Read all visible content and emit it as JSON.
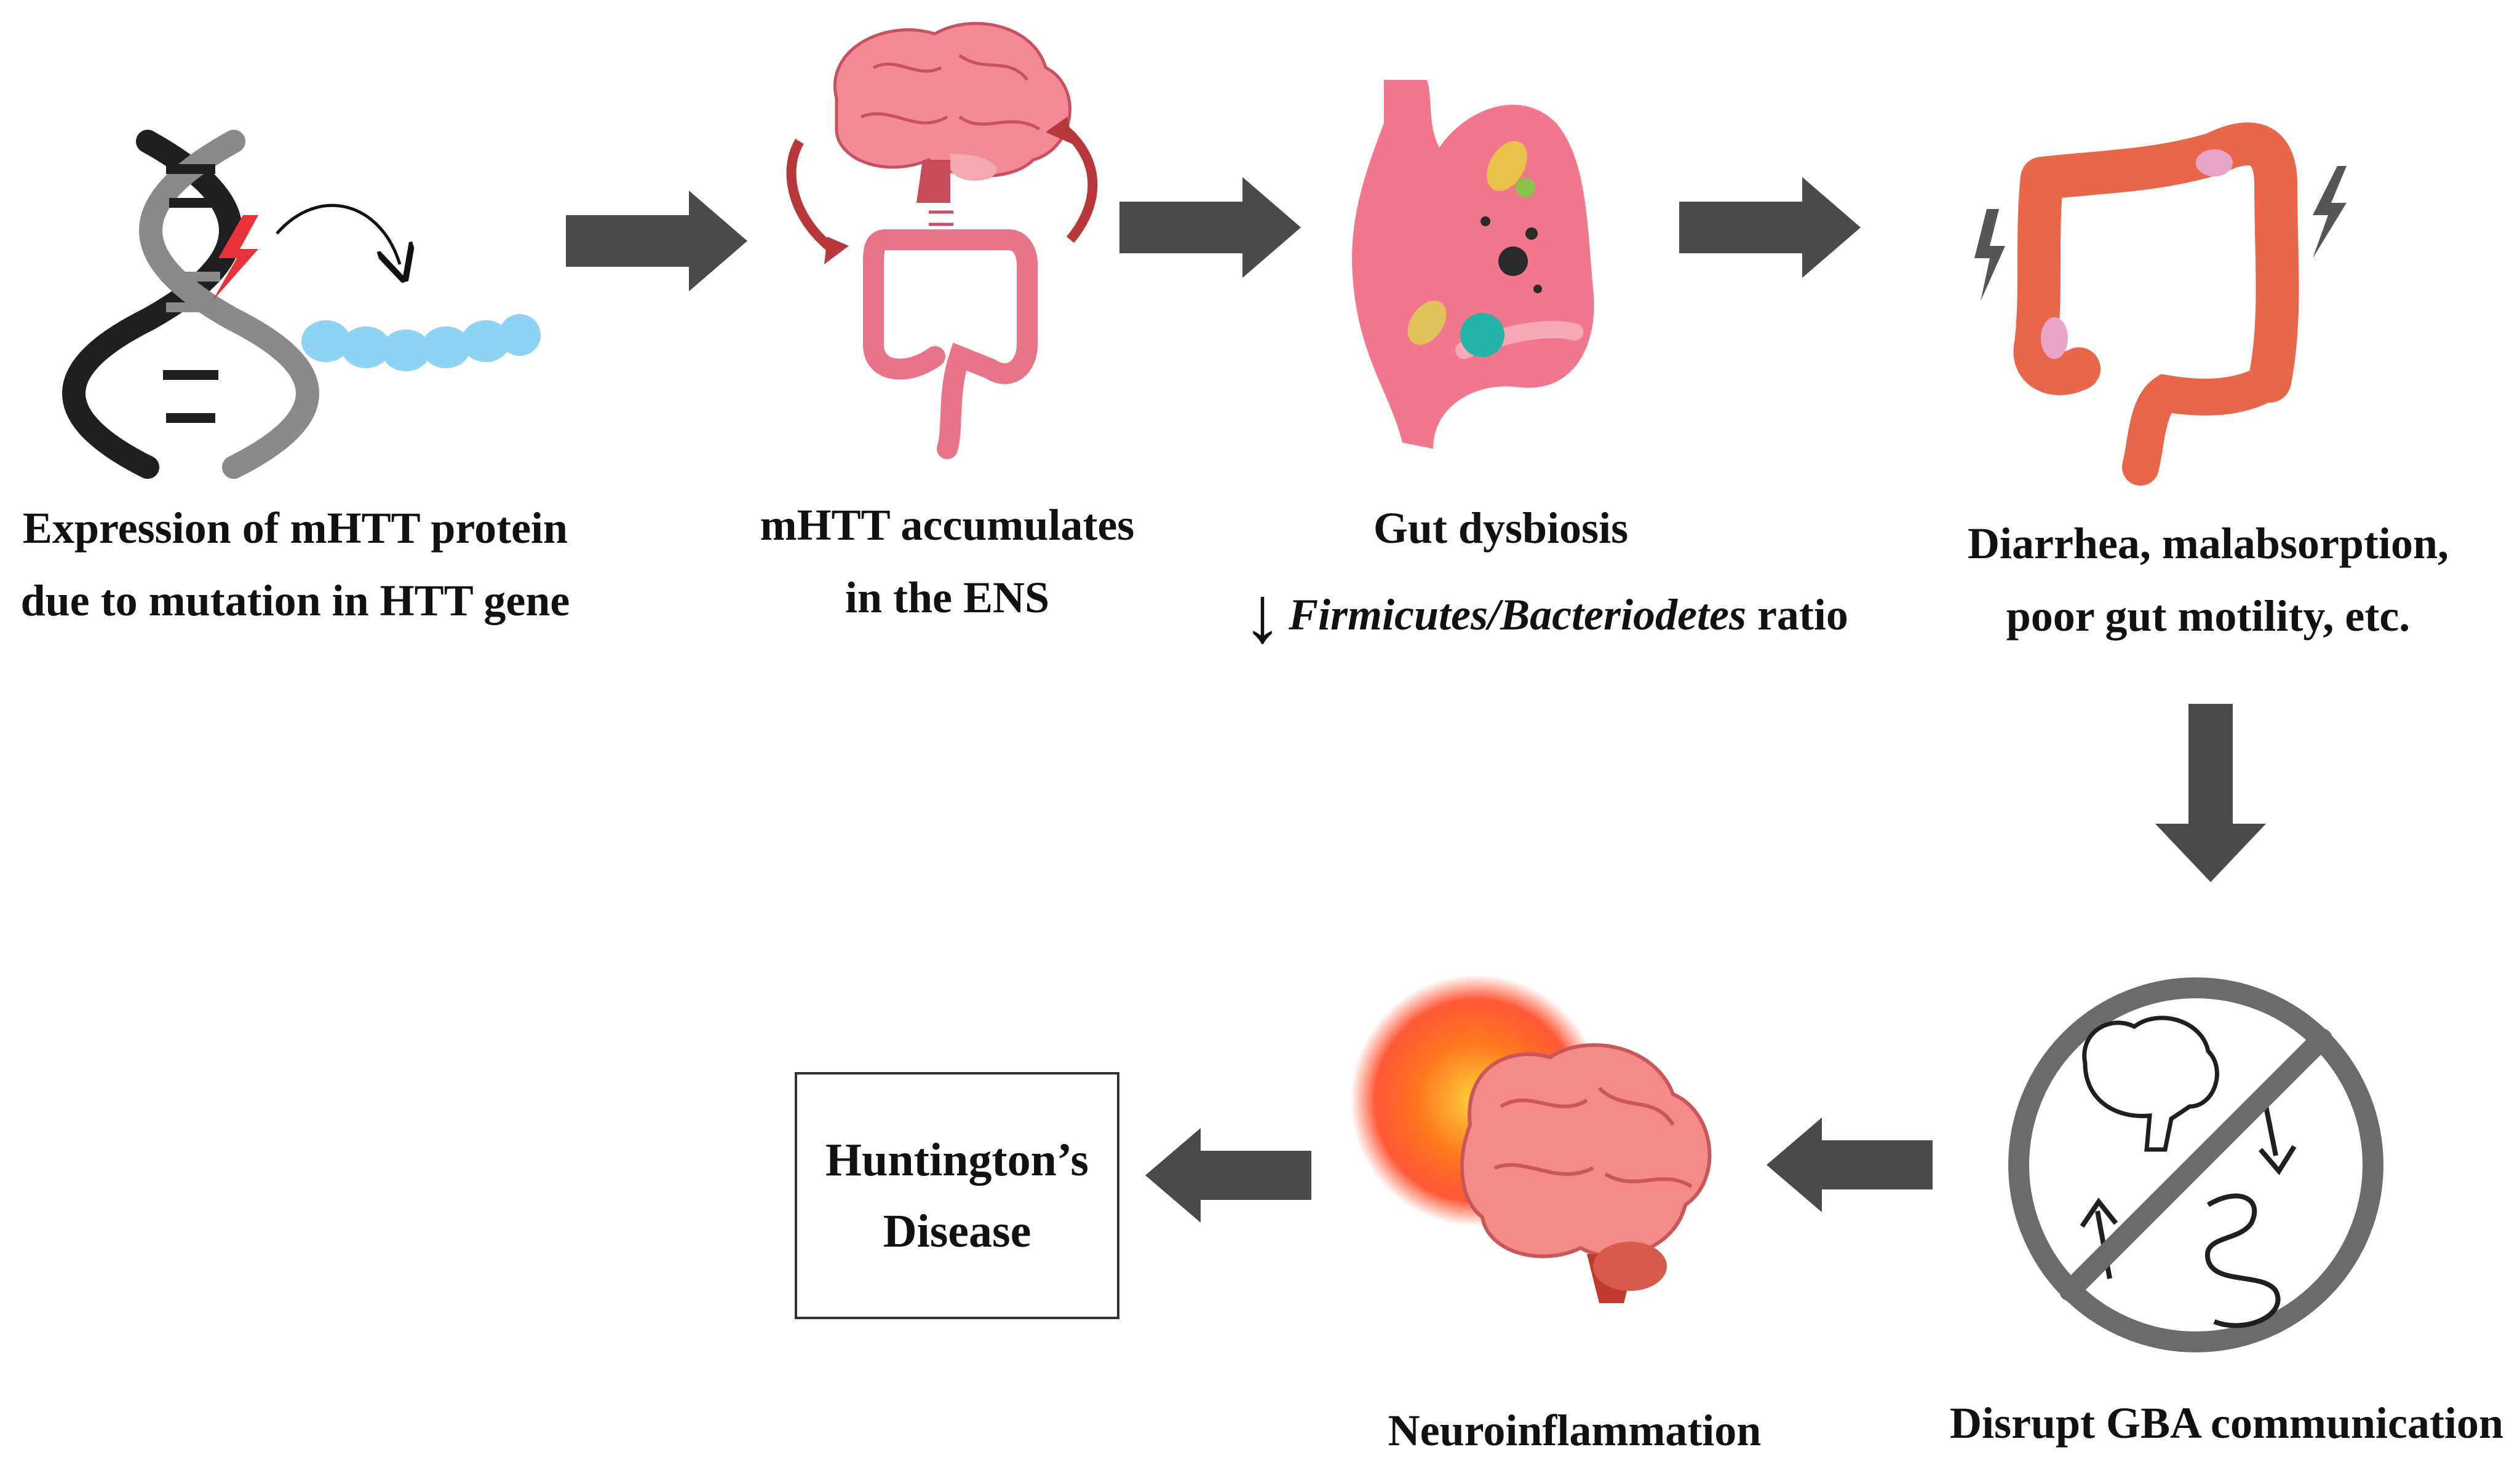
{
  "colors": {
    "arrow": "#4a4a4a",
    "dna_dark": "#1f1f1f",
    "dna_gray": "#8a8a8a",
    "protein": "#8fd3f4",
    "brain_pink": "#f28b95",
    "gut_pink": "#e8748a",
    "stomach": "#f3768f",
    "colon": "#e8664a",
    "curl_red": "#b7373a",
    "glow": "#ff5a1f",
    "prohibit": "#6b6b6b"
  },
  "steps": [
    {
      "id": "gene",
      "lines": [
        "Expression of mHTT protein",
        "due to mutation in HTT gene"
      ]
    },
    {
      "id": "ens",
      "lines": [
        "mHTT accumulates",
        "in the ENS"
      ]
    },
    {
      "id": "dysbiosis",
      "lines": [
        "Gut dysbiosis"
      ],
      "ratio": {
        "arrow": "↓",
        "taxon1": "Firmicutes",
        "separator": "/",
        "taxon2": "Bacteriodetes",
        "suffix": " ratio"
      }
    },
    {
      "id": "symptoms",
      "lines": [
        "Diarrhea, malabsorption,",
        "poor gut motility, etc."
      ]
    },
    {
      "id": "gba",
      "lines": [
        "Disrupt GBA communication"
      ]
    },
    {
      "id": "neuro",
      "lines": [
        "Neuroinflammation"
      ]
    },
    {
      "id": "disease",
      "lines": [
        "Huntington’s",
        "Disease"
      ]
    }
  ]
}
